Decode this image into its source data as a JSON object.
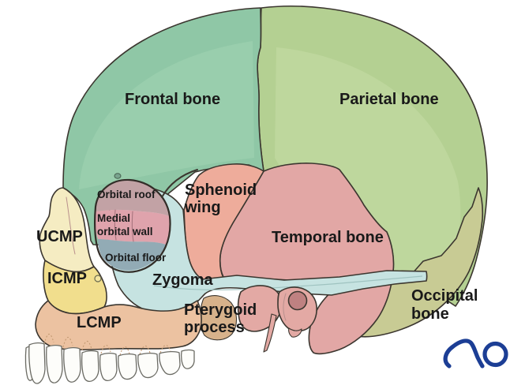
{
  "diagram": {
    "type": "anatomical-diagram",
    "subject": "Lateral view of the skull with color-coded bones and midface pillars",
    "labels": {
      "frontal": "Frontal bone",
      "parietal": "Parietal bone",
      "sphenoid_l1": "Sphenoid",
      "sphenoid_l2": "wing",
      "temporal": "Temporal bone",
      "occipital_l1": "Occipital",
      "occipital_l2": "bone",
      "orbital_roof": "Orbital roof",
      "medial_wall_l1": "Medial",
      "medial_wall_l2": "orbital wall",
      "orbital_floor": "Orbital floor",
      "ucmp": "UCMP",
      "icmp": "ICMP",
      "lcmp": "LCMP",
      "zygoma": "Zygoma",
      "pterygoid_l1": "Pterygoid",
      "pterygoid_l2": "process"
    },
    "colors": {
      "frontal": "#8fc7a6",
      "frontal_light": "#a2d4b3",
      "parietal": "#b4d092",
      "parietal_light": "#c6dda6",
      "occipital": "#c8cb94",
      "temporal": "#e2a7a5",
      "sphenoid": "#eeac9b",
      "pterygoid": "#e3a9a4",
      "ear_canal": "#bf8181",
      "zygoma": "#c6e3e1",
      "ucmp": "#f5ecc2",
      "icmp": "#f1de8d",
      "lcmp": "#ecc2a1",
      "tuberosity": "#d7b28b",
      "orbital_roof": "#c2a2a5",
      "medial_orbital_wall": "#dfa3ac",
      "orbital_floor": "#92abb5",
      "foramen_supraorbital": "#79a48e",
      "foramen_infraorbital": "#f2e4a0",
      "tooth": "#fdfdfa",
      "outline": "#3b362f",
      "label_text": "#191919"
    }
  },
  "logo": {
    "text": "AO",
    "color": "#1c3e95"
  }
}
